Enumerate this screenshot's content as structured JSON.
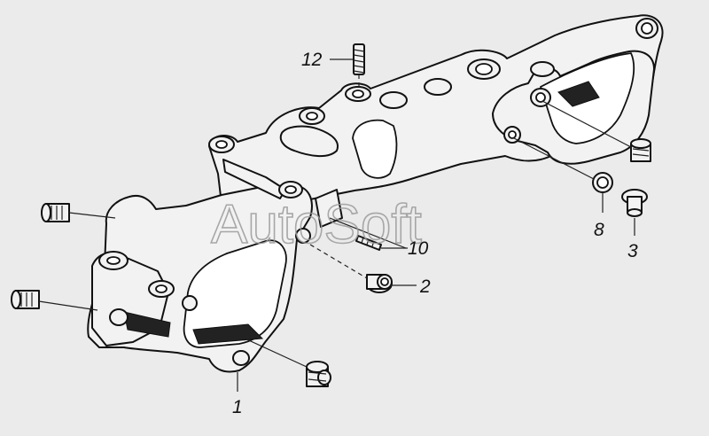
{
  "watermark": "AutoSoft",
  "callouts": [
    {
      "id": "label-12",
      "text": "12"
    },
    {
      "id": "label-10",
      "text": "10"
    },
    {
      "id": "label-2",
      "text": "2"
    },
    {
      "id": "label-8",
      "text": "8"
    },
    {
      "id": "label-3",
      "text": "3"
    },
    {
      "id": "label-1",
      "text": "1"
    }
  ]
}
